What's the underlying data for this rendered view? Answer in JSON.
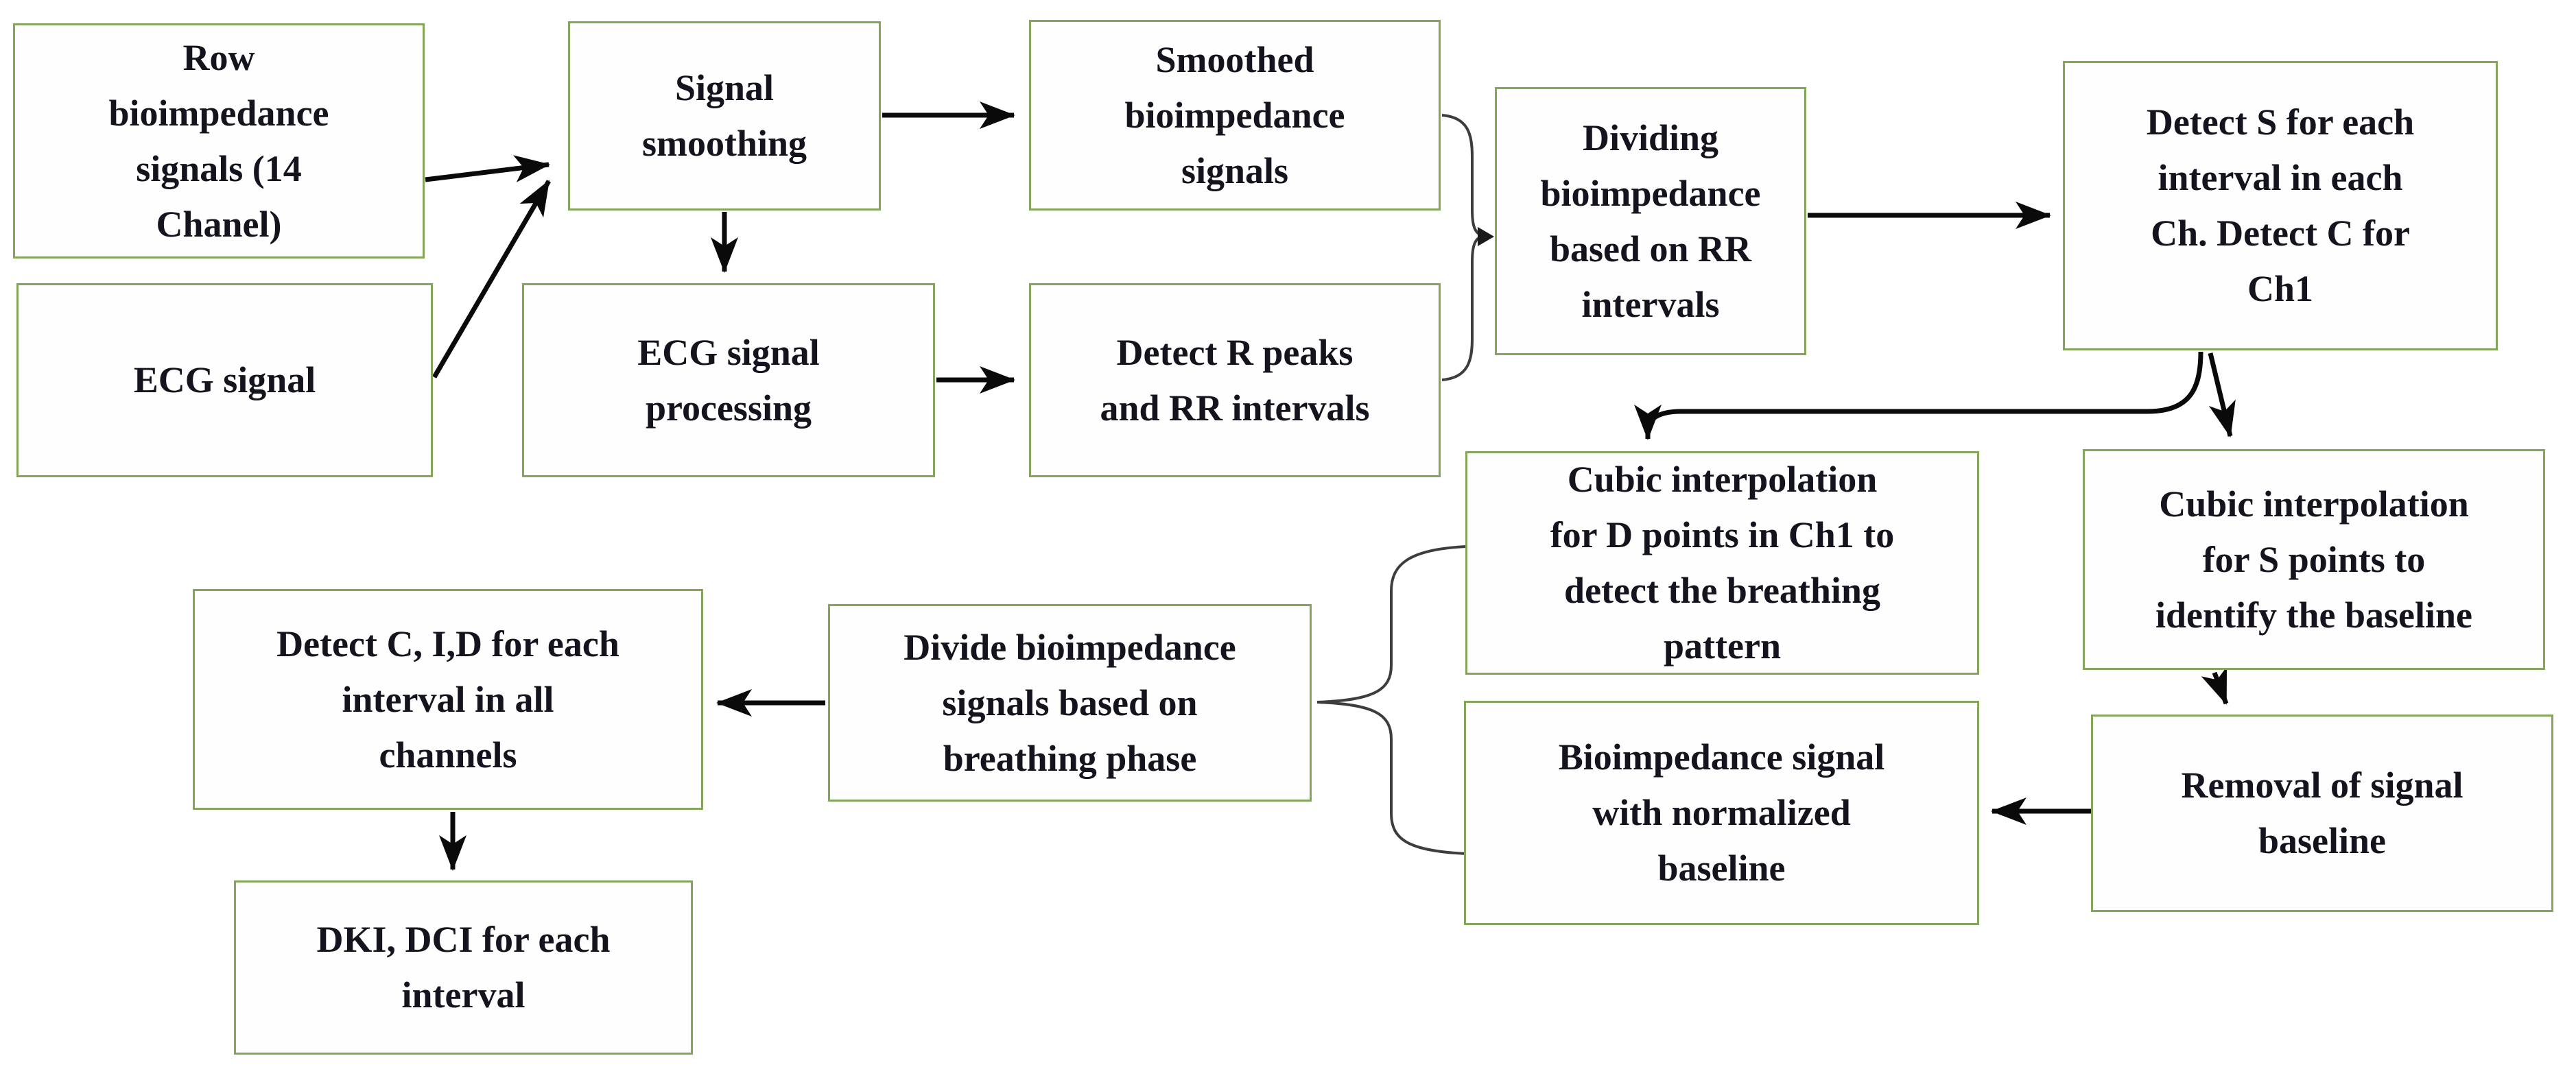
{
  "colors": {
    "box_border": "#84a65a",
    "box_fill": "#fefefe",
    "text": "#14141f",
    "arrow": "#0a0a0a",
    "brace": "#3d3d3d"
  },
  "nodes": [
    {
      "id": "row-bioimpedance",
      "label": "Row\nbioimpedance\nsignals (14\nChanel)"
    },
    {
      "id": "ecg-signal",
      "label": "ECG signal"
    },
    {
      "id": "signal-smoothing",
      "label": "Signal\nsmoothing"
    },
    {
      "id": "smoothed-bioimpedance",
      "label": "Smoothed\nbioimpedance\nsignals"
    },
    {
      "id": "ecg-signal-processing",
      "label": "ECG signal\nprocessing"
    },
    {
      "id": "detect-r-peaks",
      "label": "Detect R peaks\nand RR intervals"
    },
    {
      "id": "dividing-bioimpedance",
      "label": "Dividing\nbioimpedance\nbased on RR\nintervals"
    },
    {
      "id": "detect-s",
      "label": "Detect S for each\ninterval in each\nCh. Detect C for\nCh1"
    },
    {
      "id": "cubic-interpolation-d",
      "label": "Cubic interpolation\nfor D points in Ch1 to\ndetect  the breathing\npattern"
    },
    {
      "id": "cubic-interpolation-s",
      "label": "Cubic interpolation\nfor S points to\nidentify the baseline"
    },
    {
      "id": "removal-baseline",
      "label": "Removal of signal\nbaseline"
    },
    {
      "id": "bioimpedance-normalized",
      "label": "Bioimpedance signal\nwith normalized\nbaseline"
    },
    {
      "id": "divide-breathing",
      "label": "Divide bioimpedance\nsignals based on\nbreathing phase"
    },
    {
      "id": "detect-cid",
      "label": "Detect C, I,D for each\ninterval in all\nchannels"
    },
    {
      "id": "dki-dci",
      "label": "DKI, DCI for each\ninterval"
    }
  ],
  "edges": [
    {
      "from": "row-bioimpedance",
      "to": "signal-smoothing",
      "style": "arrow"
    },
    {
      "from": "ecg-signal",
      "to": "signal-smoothing",
      "style": "arrow"
    },
    {
      "from": "signal-smoothing",
      "to": "smoothed-bioimpedance",
      "style": "arrow"
    },
    {
      "from": "signal-smoothing",
      "to": "ecg-signal-processing",
      "style": "arrow"
    },
    {
      "from": "ecg-signal-processing",
      "to": "detect-r-peaks",
      "style": "arrow"
    },
    {
      "from": "smoothed-bioimpedance",
      "to": "dividing-bioimpedance",
      "style": "brace-merge"
    },
    {
      "from": "detect-r-peaks",
      "to": "dividing-bioimpedance",
      "style": "brace-merge"
    },
    {
      "from": "dividing-bioimpedance",
      "to": "detect-s",
      "style": "arrow"
    },
    {
      "from": "detect-s",
      "to": "cubic-interpolation-d",
      "style": "arrow"
    },
    {
      "from": "detect-s",
      "to": "cubic-interpolation-s",
      "style": "arrow"
    },
    {
      "from": "cubic-interpolation-s",
      "to": "removal-baseline",
      "style": "arrow"
    },
    {
      "from": "removal-baseline",
      "to": "bioimpedance-normalized",
      "style": "arrow"
    },
    {
      "from": "cubic-interpolation-d",
      "to": "divide-breathing",
      "style": "brace-merge"
    },
    {
      "from": "bioimpedance-normalized",
      "to": "divide-breathing",
      "style": "brace-merge"
    },
    {
      "from": "divide-breathing",
      "to": "detect-cid",
      "style": "arrow"
    },
    {
      "from": "detect-cid",
      "to": "dki-dci",
      "style": "arrow"
    }
  ]
}
